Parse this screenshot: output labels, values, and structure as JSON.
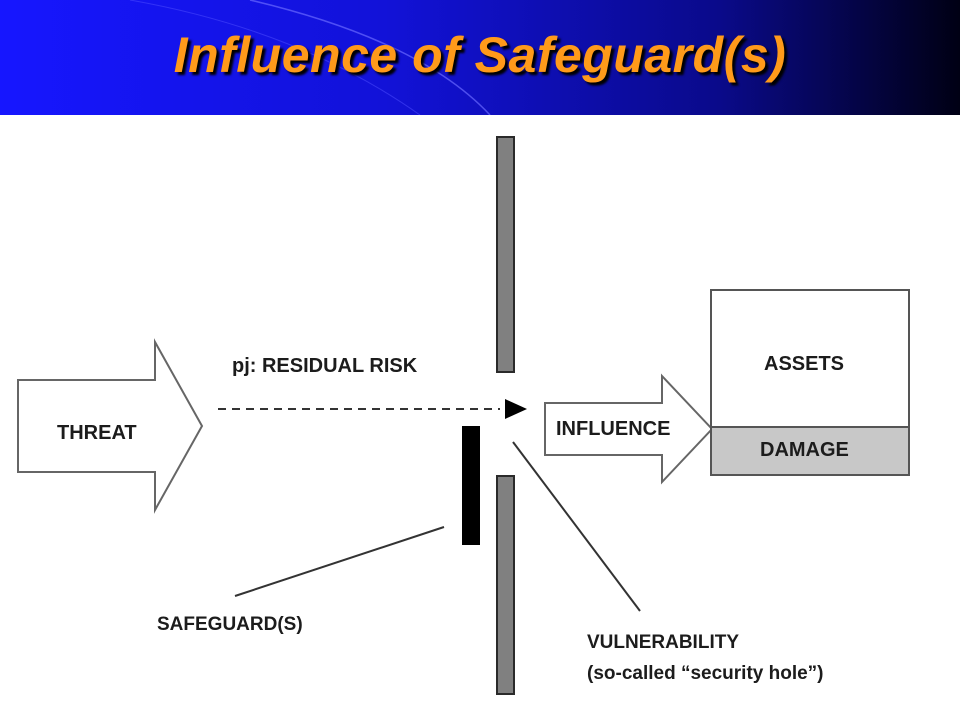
{
  "title": "Influence of Safeguard(s)",
  "colors": {
    "title_text": "#ff9a1a",
    "title_bar_start": "#1616ff",
    "title_bar_end": "#000014",
    "barrier_gray": "#808080",
    "safeguard_black": "#000000",
    "damage_fill": "#c8c8c8"
  },
  "labels": {
    "threat": "THREAT",
    "residual_risk": "pj: RESIDUAL RISK",
    "influence": "INFLUENCE",
    "assets": "ASSETS",
    "damage": "DAMAGE",
    "safeguards": "SAFEGUARD(S)",
    "vulnerability": "VULNERABILITY",
    "vulnerability_note": "(so-called “security hole”)"
  }
}
